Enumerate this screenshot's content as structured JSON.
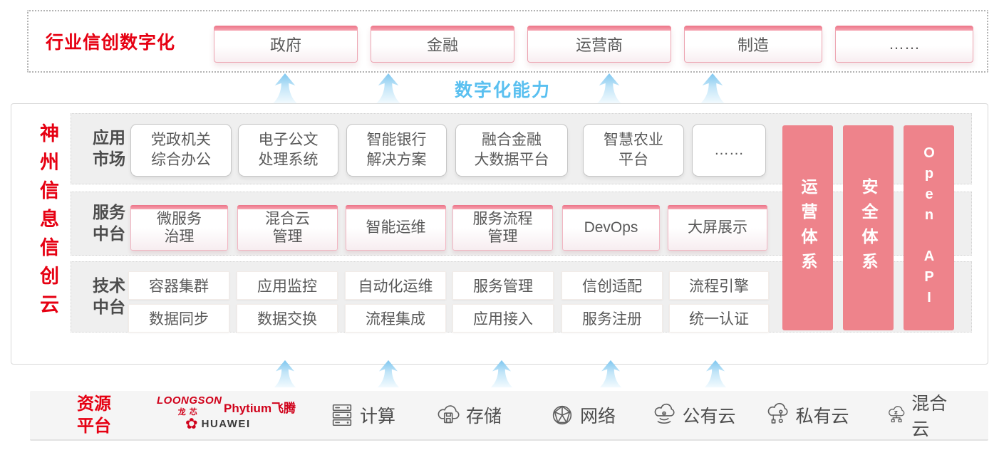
{
  "colors": {
    "brand_red": "#e60012",
    "pillar_pink": "#ee838b",
    "box_accent_pink": "#ec7387",
    "capability_blue": "#5ac0f0",
    "row_background": "#efefef",
    "body_text": "#595959"
  },
  "top_band": {
    "label": "行业信创数字化",
    "industries": [
      "政府",
      "金融",
      "运营商",
      "制造",
      "……"
    ]
  },
  "capability_band": {
    "label": "数字化能力"
  },
  "platform": {
    "title": "神州信息信创云",
    "rows": [
      {
        "label": "应用\n市场",
        "boxes": [
          "党政机关\n综合办公",
          "电子公文\n处理系统",
          "智能银行\n解决方案",
          "融合金融\n大数据平台",
          "智慧农业\n平台",
          "……"
        ]
      },
      {
        "label": "服务\n中台",
        "boxes": [
          "微服务\n治理",
          "混合云\n管理",
          "智能运维",
          "服务流程\n管理",
          "DevOps",
          "大屏展示"
        ]
      },
      {
        "label": "技术\n中台",
        "sub_rows": [
          [
            "容器集群",
            "应用监控",
            "自动化运维",
            "服务管理",
            "信创适配",
            "流程引擎"
          ],
          [
            "数据同步",
            "数据交换",
            "流程集成",
            "应用接入",
            "服务注册",
            "统一认证"
          ]
        ]
      }
    ],
    "pillars": [
      "运营体系",
      "安全体系",
      "Open API"
    ]
  },
  "resource": {
    "label": "资源\n平台",
    "vendors": {
      "loongson": "LOONGSON",
      "loongson_cn": "龙芯",
      "phytium": "Phytium飞腾",
      "huawei": "HUAWEI"
    },
    "items": [
      {
        "icon": "compute-icon",
        "label": "计算"
      },
      {
        "icon": "storage-icon",
        "label": "存储"
      },
      {
        "icon": "network-icon",
        "label": "网络"
      },
      {
        "icon": "public-cloud-icon",
        "label": "公有云"
      },
      {
        "icon": "private-cloud-icon",
        "label": "私有云"
      },
      {
        "icon": "hybrid-cloud-icon",
        "label": "混合云"
      }
    ]
  }
}
